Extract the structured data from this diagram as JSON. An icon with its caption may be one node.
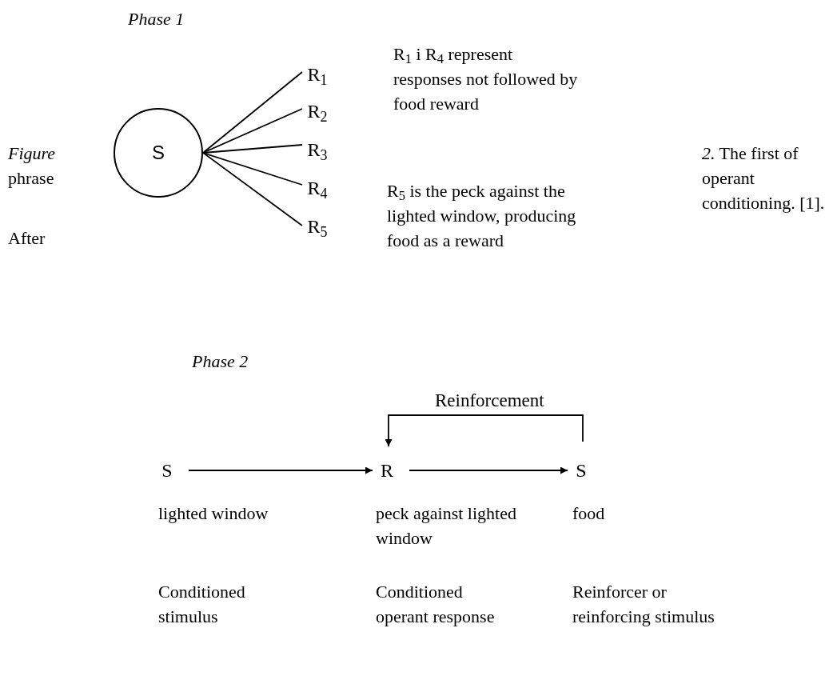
{
  "diagram": {
    "nodes": [
      {
        "text": [
          "S"
        ]
      },
      {
        "text": [
          "R$_{1}$"
        ]
      },
      {
        "text": [
          "R$_{2}$"
        ]
      },
      {
        "text": [
          "R$_{3}$"
        ]
      },
      {
        "text": [
          "R$_{4}$"
        ]
      },
      {
        "text": [
          "R$_{5}$"
        ]
      },
      {
        "text": [
          "S"
        ]
      },
      {
        "text": [
          "R"
        ]
      },
      {
        "text": [
          "S"
        ]
      }
    ],
    "edges": [
      {
        "from": 0,
        "to": 1,
        "arrow": "none"
      },
      {
        "from": 0,
        "to": 2,
        "arrow": "none"
      },
      {
        "from": 0,
        "to": 3,
        "arrow": "none"
      },
      {
        "from": 0,
        "to": 4,
        "arrow": "none"
      },
      {
        "from": 0,
        "to": 5,
        "arrow": "none"
      },
      {
        "from": 6,
        "to": 7,
        "arrow": "to"
      },
      {
        "from": 7,
        "to": 8,
        "arrow": "to"
      },
      {
        "from": 8,
        "to": 7,
        "arrow": "to",
        "label": "Reinforcement"
      }
    ],
    "labels": [
      "Phase 1",
      "R$_{1}$ i R$_{4}$ represent responses not followed by food reward",
      "Figure",
      "*2.* The first of operant conditioning. [1].",
      "phrase",
      "R$_{5}$ is the peck against the lighted window, producing food as a reward",
      "After",
      "Phase 2",
      "lighted window",
      "peck against lighted window",
      "food",
      "Conditioned stimulus",
      "Conditioned operant response",
      "Reinforcer or reinforcing stimulus"
    ]
  }
}
